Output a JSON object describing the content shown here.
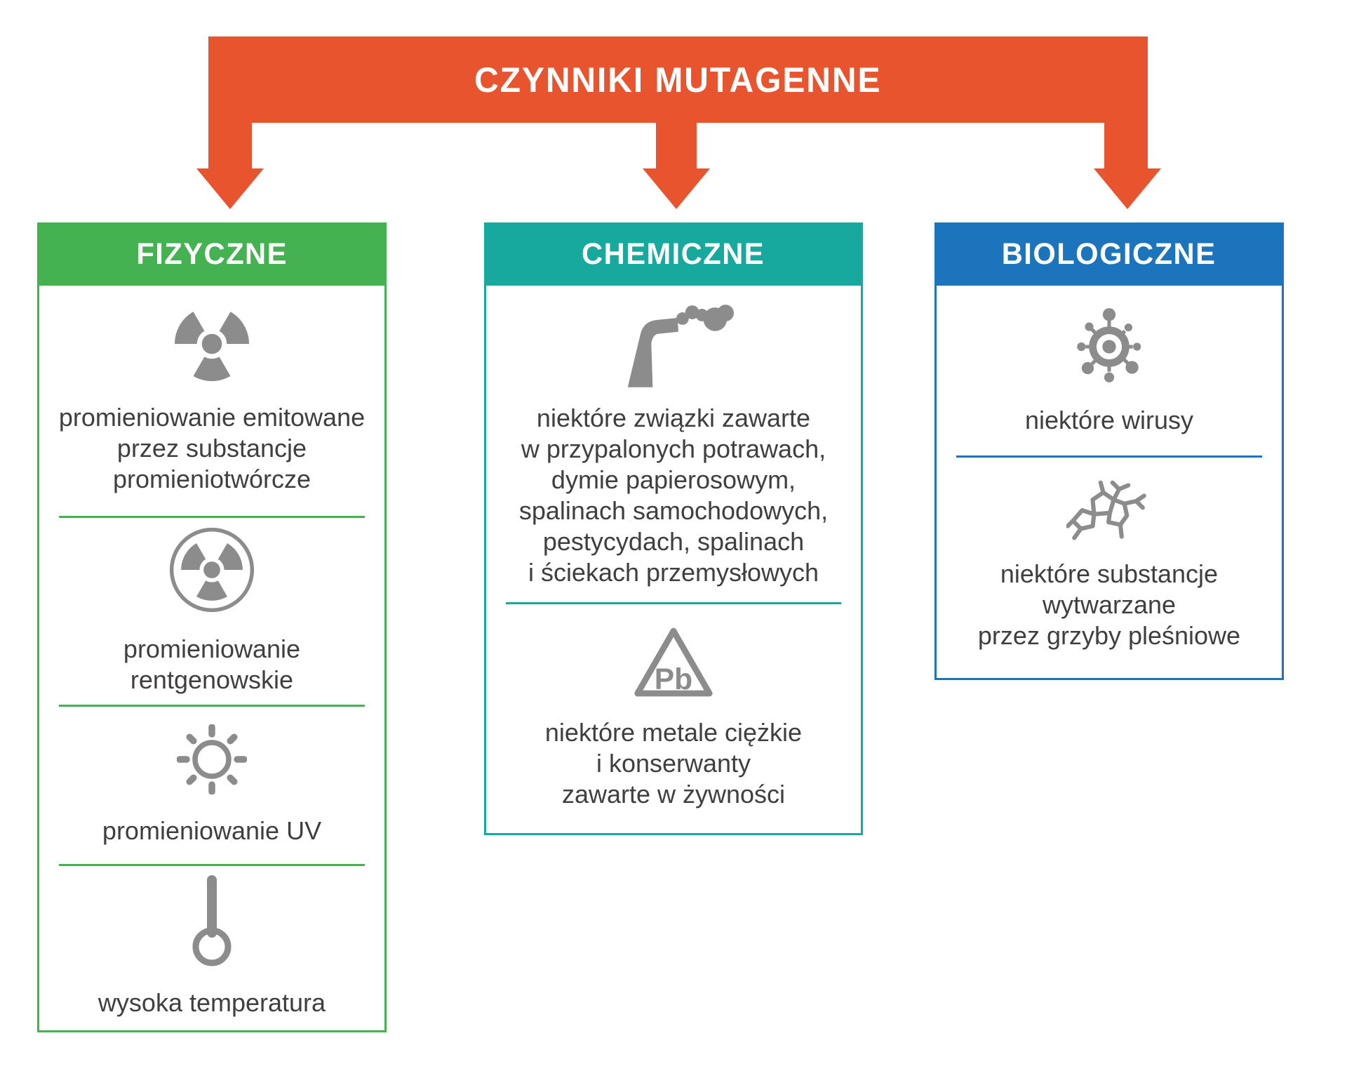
{
  "title": "CZYNNIKI MUTAGENNE",
  "colors": {
    "banner-orange": "#E8542E",
    "green": "#45B252",
    "teal": "#17A89E",
    "blue": "#1C75BC",
    "icon-gray": "#8C8C8C",
    "text-gray": "#3F3F3F",
    "bg": "#FFFFFF"
  },
  "columns": [
    {
      "label": "FIZYCZNE",
      "theme": "green",
      "items": [
        {
          "icon": "radiation-trefoil-icon",
          "text": "promieniowanie emitowane\nprzez substancje\npromieniotwórcze"
        },
        {
          "icon": "radiation-circle-icon",
          "text": "promieniowanie\nrentgenowskie"
        },
        {
          "icon": "sun-icon",
          "text": "promieniowanie UV"
        },
        {
          "icon": "thermometer-icon",
          "text": "wysoka temperatura"
        }
      ]
    },
    {
      "label": "CHEMICZNE",
      "theme": "teal",
      "items": [
        {
          "icon": "factory-smoke-icon",
          "text": "niektóre związki zawarte\nw przypalonych potrawach,\ndymie papierosowym,\nspalinach samochodowych,\npestycydach, spalinach\ni ściekach przemysłowych"
        },
        {
          "icon": "lead-warning-triangle-icon",
          "pb_label": "Pb",
          "text": "niektóre metale ciężkie\ni konserwanty\nzawarte w żywności"
        }
      ]
    },
    {
      "label": "BIOLOGICZNE",
      "theme": "blue",
      "items": [
        {
          "icon": "virus-icon",
          "text": "niektóre wirusy"
        },
        {
          "icon": "mold-molecule-icon",
          "text": "niektóre substancje\nwytwarzane\nprzez grzyby pleśniowe"
        }
      ]
    }
  ]
}
